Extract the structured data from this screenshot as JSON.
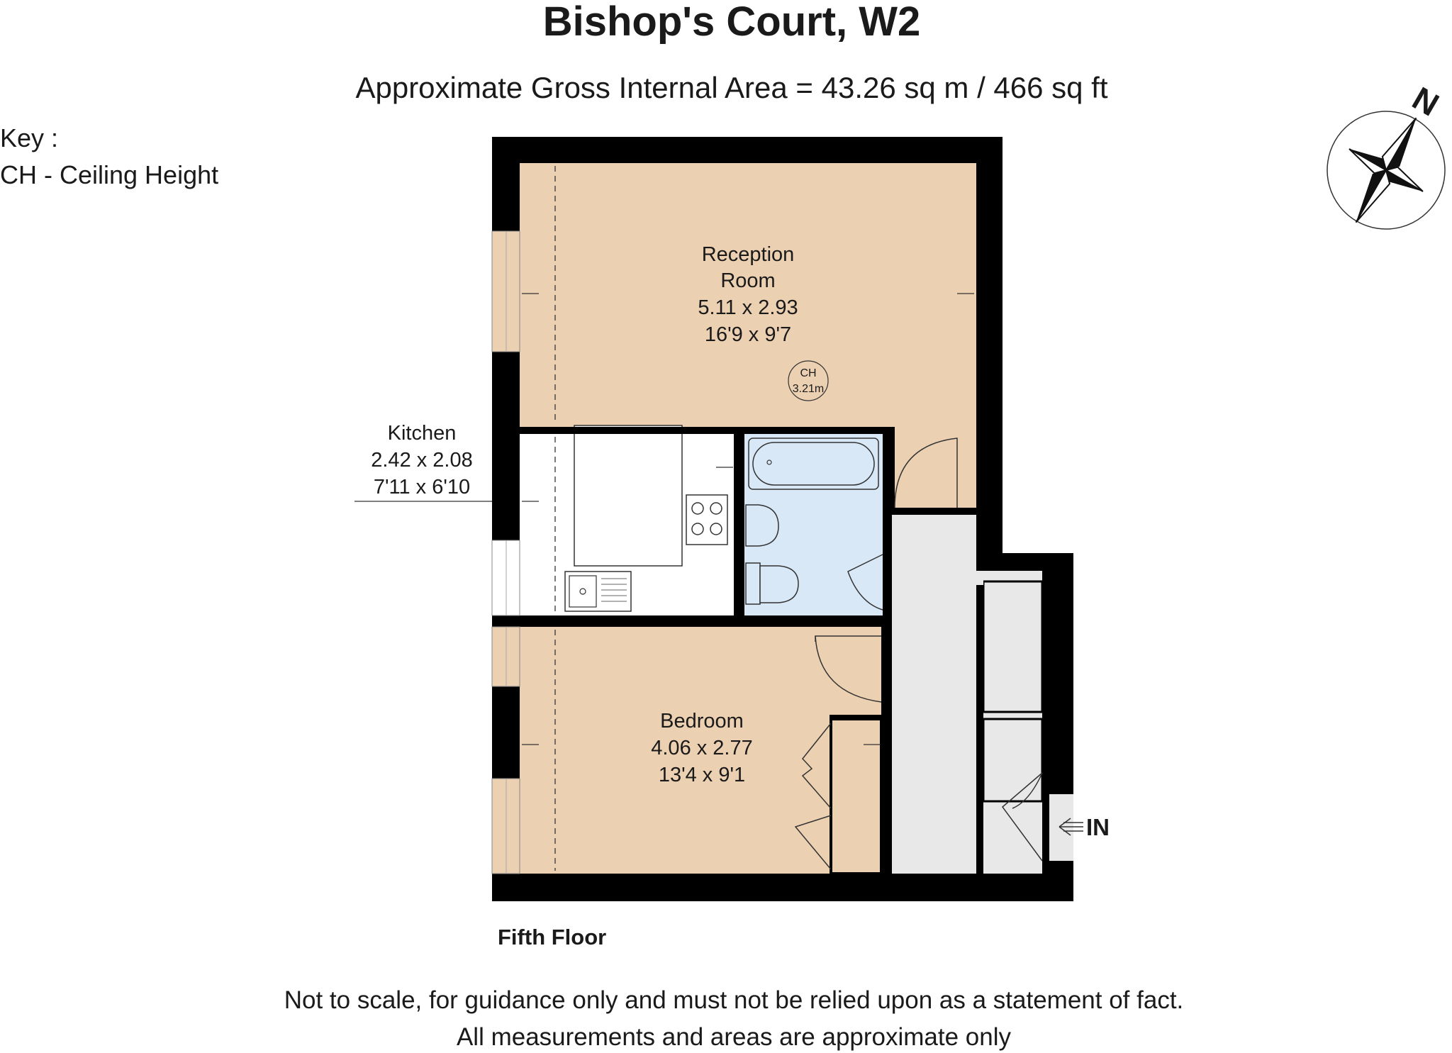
{
  "header": {
    "title": "Bishop's Court, W2",
    "subtitle": "Approximate Gross Internal Area = 43.26 sq m /  466 sq ft"
  },
  "key": {
    "heading": "Key :",
    "entry": "CH - Ceiling Height"
  },
  "compass": {
    "letter": "N",
    "icon": "north-compass-icon"
  },
  "rooms": {
    "reception": {
      "name_line1": "Reception",
      "name_line2": "Room",
      "metric": "5.11 x 2.93",
      "imperial": "16'9 x 9'7"
    },
    "kitchen": {
      "name": "Kitchen",
      "metric": "2.42 x 2.08",
      "imperial": "7'11 x 6'10"
    },
    "bedroom": {
      "name": "Bedroom",
      "metric": "4.06 x 2.77",
      "imperial": "13'4 x 9'1"
    }
  },
  "ceiling_height": {
    "label": "CH",
    "value": "3.21m"
  },
  "entrance": {
    "label": "IN"
  },
  "floor_label": "Fifth Floor",
  "disclaimer": {
    "line1": "Not to scale, for guidance only and must not be relied upon as a statement of fact.",
    "line2": "All measurements and areas are approximate only"
  },
  "colors": {
    "living_fill": "#ecd0b2",
    "bathroom_fill": "#d8e8f7",
    "hall_fill": "#e8e8e8",
    "wall": "#000000"
  }
}
